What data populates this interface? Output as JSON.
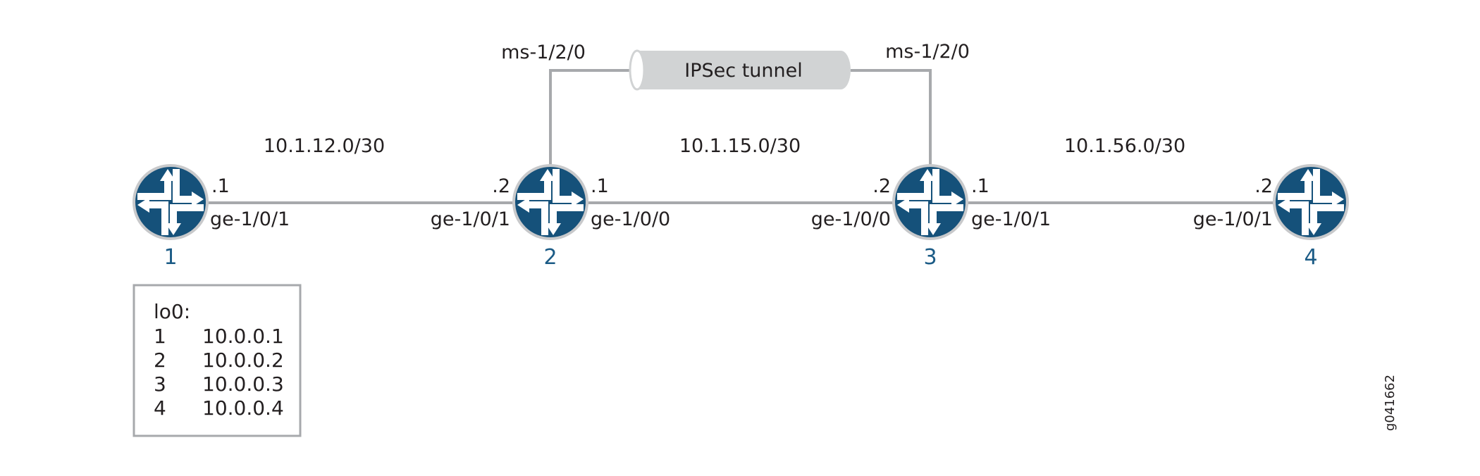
{
  "routers": [
    {
      "id": "1",
      "label": "1"
    },
    {
      "id": "2",
      "label": "2"
    },
    {
      "id": "3",
      "label": "3"
    },
    {
      "id": "4",
      "label": "4"
    }
  ],
  "links": [
    {
      "subnet": "10.1.12.0/30",
      "left_addr": ".1",
      "left_if": "ge-1/0/1",
      "right_addr": ".2",
      "right_if": "ge-1/0/1"
    },
    {
      "subnet": "10.1.15.0/30",
      "left_addr": ".1",
      "left_if": "ge-1/0/0",
      "right_addr": ".2",
      "right_if": "ge-1/0/0"
    },
    {
      "subnet": "10.1.56.0/30",
      "left_addr": ".1",
      "left_if": "ge-1/0/1",
      "right_addr": ".2",
      "right_if": "ge-1/0/1"
    }
  ],
  "tunnel": {
    "label": "IPSec tunnel",
    "left_if": "ms-1/2/0",
    "right_if": "ms-1/2/0"
  },
  "legend": {
    "title": "lo0:",
    "rows": [
      {
        "router": "1",
        "address": "10.0.0.1"
      },
      {
        "router": "2",
        "address": "10.0.0.2"
      },
      {
        "router": "3",
        "address": "10.0.0.3"
      },
      {
        "router": "4",
        "address": "10.0.0.4"
      }
    ]
  },
  "figure_id": "g041662",
  "colors": {
    "router_fill": "#15517a",
    "router_border": "#c8c9cb",
    "link": "#a7a9ac",
    "tunnel_fill": "#d1d3d4",
    "router_number": "#1b5b86"
  }
}
